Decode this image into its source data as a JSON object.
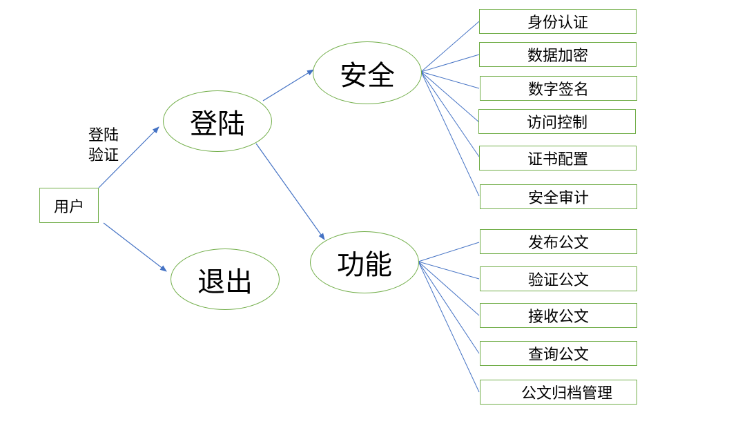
{
  "nodes": {
    "user": "用户",
    "login": "登陆",
    "logout": "退出",
    "security": "安全",
    "function": "功能"
  },
  "edge_label": {
    "line1": "登陆",
    "line2": "验证"
  },
  "security_items": [
    "身份认证",
    "数据加密",
    "数字签名",
    "访问控制",
    "证书配置",
    "安全审计"
  ],
  "function_items": [
    "发布公文",
    "验证公文",
    "接收公文",
    "查询公文",
    "公文归档管理"
  ],
  "colors": {
    "node_border": "#70ad47",
    "edge": "#4472c4",
    "text": "#000000"
  }
}
